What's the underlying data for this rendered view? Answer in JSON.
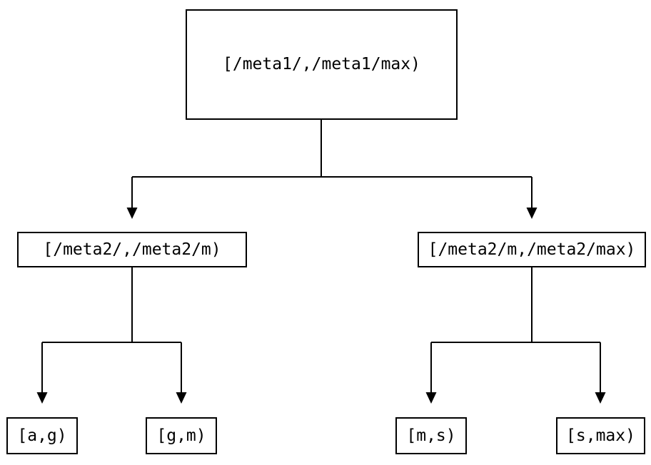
{
  "diagram": {
    "kind": "binary-partition-tree",
    "background_color": "#ffffff",
    "line_color": "#000000",
    "text_color": "#000000",
    "nodes": {
      "root": {
        "label": "[/meta1/,/meta1/max)"
      },
      "meta2_low": {
        "label": "[/meta2/,/meta2/m)"
      },
      "meta2_high": {
        "label": "[/meta2/m,/meta2/max)"
      },
      "leaf_a_g": {
        "label": "[a,g)"
      },
      "leaf_g_m": {
        "label": "[g,m)"
      },
      "leaf_m_s": {
        "label": "[m,s)"
      },
      "leaf_s_max": {
        "label": "[s,max)"
      }
    },
    "edges": [
      {
        "from": "root",
        "to": "meta2_low"
      },
      {
        "from": "root",
        "to": "meta2_high"
      },
      {
        "from": "meta2_low",
        "to": "leaf_a_g"
      },
      {
        "from": "meta2_low",
        "to": "leaf_g_m"
      },
      {
        "from": "meta2_high",
        "to": "leaf_m_s"
      },
      {
        "from": "meta2_high",
        "to": "leaf_s_max"
      }
    ]
  }
}
